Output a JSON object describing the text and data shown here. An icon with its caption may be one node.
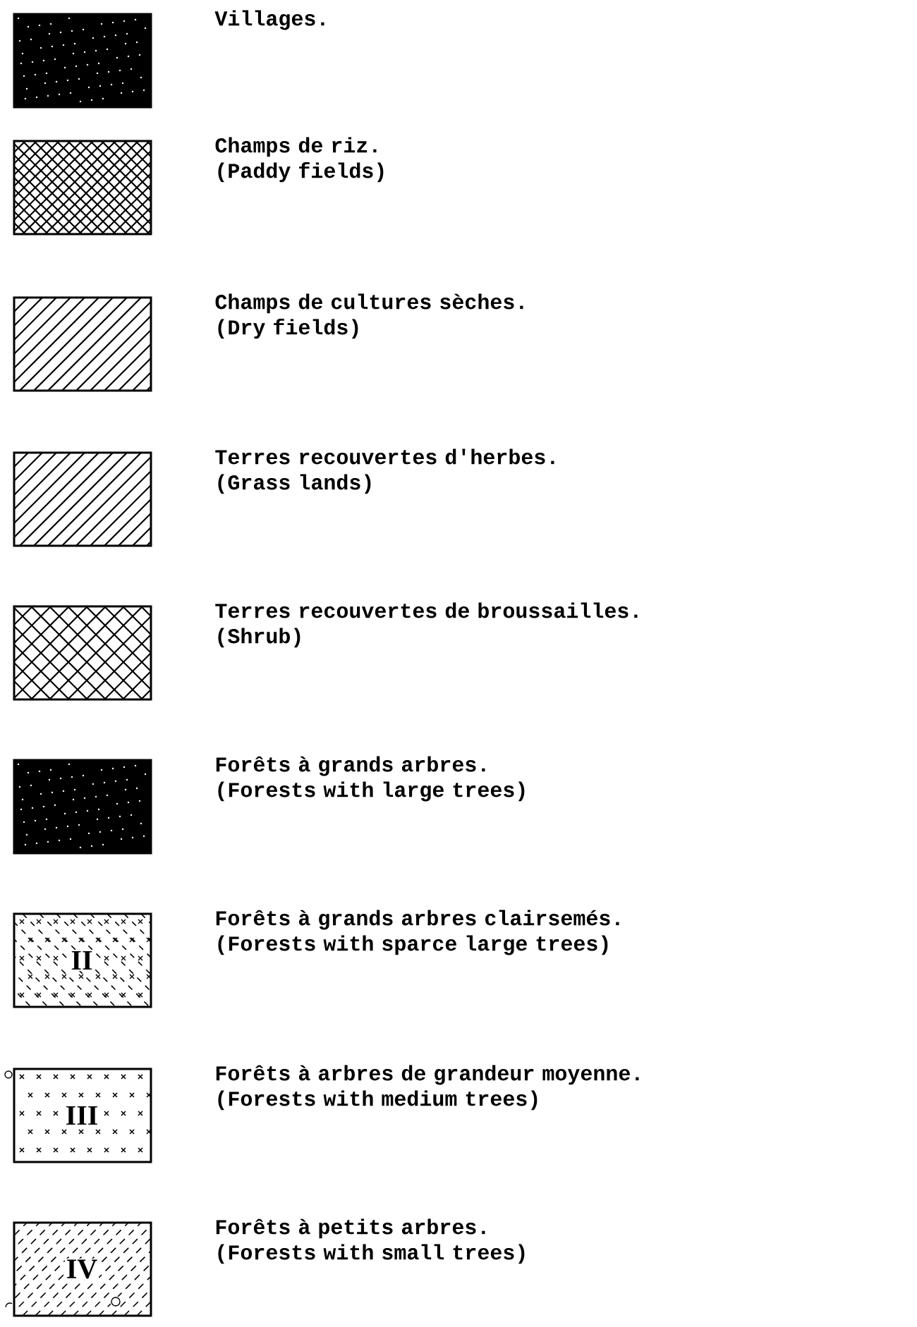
{
  "diagram": {
    "labels": [
      "II",
      "III",
      "IV"
    ],
    "legend": [
      {
        "text": "Villages."
      },
      {
        "text": "Champs de riz. (Paddy fields)"
      },
      {
        "text": "Champs de cultures sèches. (Dry fields)"
      },
      {
        "text": "Terres recouvertes d'herbes. (Grass lands)"
      },
      {
        "text": "Terres recouvertes de broussailles. (Shrub)"
      },
      {
        "text": "Forêts à grands arbres. (Forests with large trees)"
      },
      {
        "text": "Forêts à grands arbres clairsemés. (Forests with sparce large trees)"
      },
      {
        "text": "Forêts à arbres de grandeur moyenne. (Forests with medium trees)"
      },
      {
        "text": "Forêts à petits arbres. (Forests with small trees)"
      }
    ]
  }
}
